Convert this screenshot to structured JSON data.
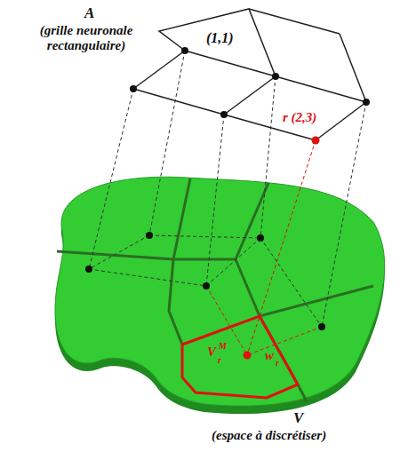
{
  "diagram": {
    "labels": [
      "A",
      "(grille neuronale rectangulaire)",
      "(1,1)",
      "r (2,3)",
      "V",
      "r",
      "M",
      "w",
      "r",
      "V",
      "(espace à discrétiser)"
    ]
  }
}
